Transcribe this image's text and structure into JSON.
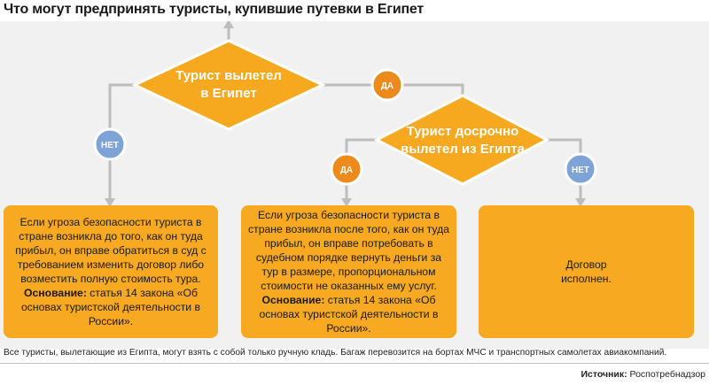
{
  "title": "Что могут предпринять туристы, купившие путевки в Египет",
  "nodes": {
    "decision1": [
      "Турист вылетел",
      "в Египет"
    ],
    "decision2": [
      "Турист досрочно",
      "вылетел из Египта"
    ]
  },
  "badges": {
    "yes": "ДА",
    "no": "НЕТ"
  },
  "boxes": {
    "left": {
      "text": "Если угроза безопасности туриста в стране возникла до того, как он туда прибыл, он вправе обратиться в суд с требованием изменить договор либо возместить полную стоимость тура.",
      "basis_label": "Основание:",
      "basis_text": "статья 14 закона «Об основах туристской деятельности в России»."
    },
    "middle": {
      "text": "Если угроза безопасности туриста в стране возникла после того, как он туда прибыл, он вправе потребовать в судебном порядке вернуть деньги за тур в размере, пропорциональном стоимости не оказанных ему услуг.",
      "basis_label": "Основание:",
      "basis_text": "статья 14 закона «Об основах туристской деятельности в России»."
    },
    "right": {
      "text": "Договор исполнен."
    }
  },
  "footnote": "Все туристы, вылетающие из Египта, могут взять с собой только ручную кладь. Багаж перевозится на бортах МЧС и транспортных самолетах авиакомпаний.",
  "source": {
    "label": "Источник:",
    "text": "Роспотребнадзор"
  },
  "colors": {
    "orange": "#f7a921",
    "diamond": "#f6a81f",
    "yes_badge": "#ec8a1c",
    "no_badge": "#7ea3d6",
    "connector": "#bdbdbd",
    "panel": "#f1f1f1"
  }
}
